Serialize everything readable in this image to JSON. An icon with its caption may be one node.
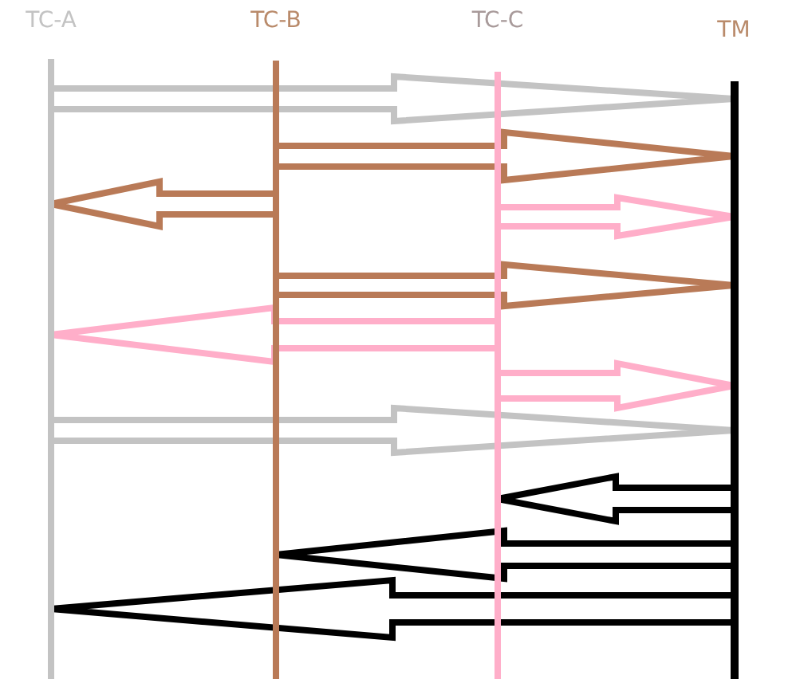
{
  "diagram": {
    "nodes": [
      {
        "text": [
          "TC-A"
        ]
      },
      {
        "text": [
          "TC-B"
        ]
      },
      {
        "text": [
          "TC-C"
        ]
      },
      {
        "text": [
          "TM"
        ]
      }
    ],
    "edges": [
      {
        "from": 0,
        "to": 3,
        "arrow": "to",
        "color": "#c3c3c3"
      },
      {
        "from": 1,
        "to": 3,
        "arrow": "to",
        "color": "#b97a57"
      },
      {
        "from": 1,
        "to": 0,
        "arrow": "to",
        "color": "#b97a57"
      },
      {
        "from": 2,
        "to": 3,
        "arrow": "to",
        "color": "#ffaec9"
      },
      {
        "from": 1,
        "to": 3,
        "arrow": "to",
        "color": "#b97a57"
      },
      {
        "from": 2,
        "to": 0,
        "arrow": "to",
        "color": "#ffaec9"
      },
      {
        "from": 2,
        "to": 3,
        "arrow": "to",
        "color": "#ffaec9"
      },
      {
        "from": 0,
        "to": 3,
        "arrow": "to",
        "color": "#c3c3c3"
      },
      {
        "from": 3,
        "to": 2,
        "arrow": "to",
        "color": "#000000"
      },
      {
        "from": 3,
        "to": 1,
        "arrow": "to",
        "color": "#000000"
      },
      {
        "from": 3,
        "to": 0,
        "arrow": "to",
        "color": "#000000"
      }
    ]
  }
}
